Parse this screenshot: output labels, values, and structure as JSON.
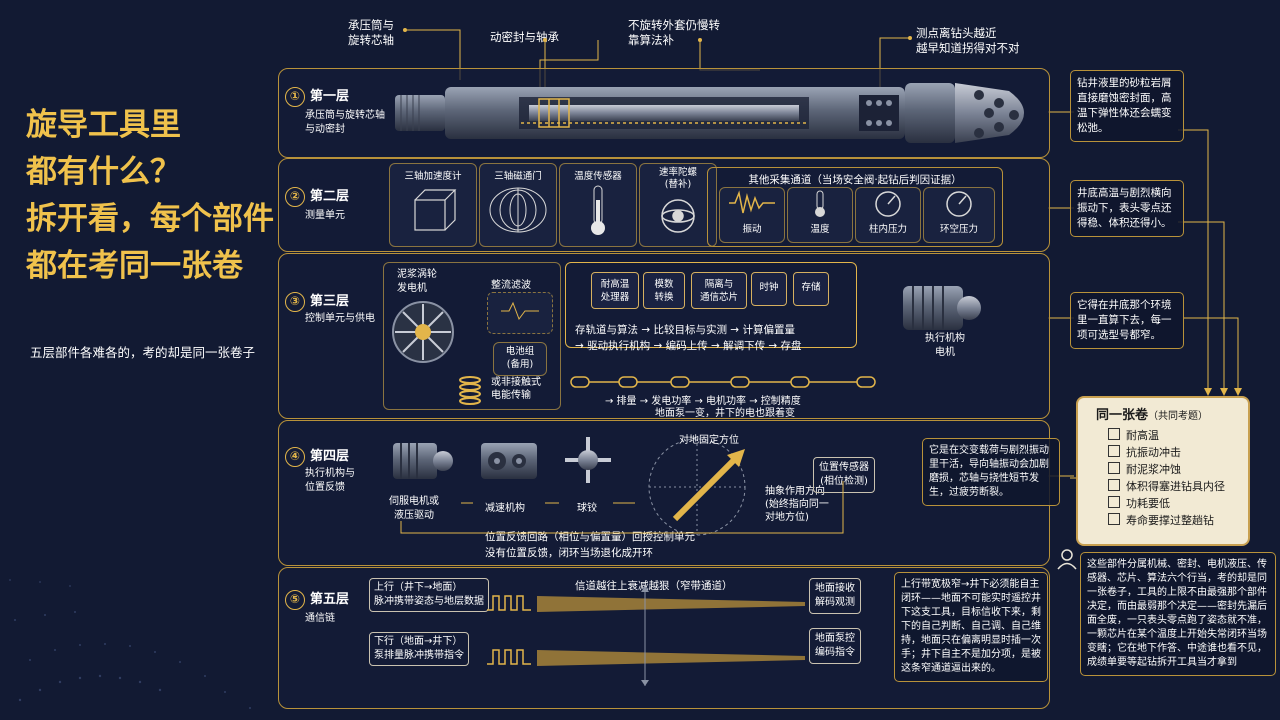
{
  "headline": [
    "旋导工具里",
    "都有什么？",
    "拆开看，每个部件",
    "都在考同一张卷"
  ],
  "subline": "五层部件各难各的，考的却是同一张卷子",
  "top_annotations": {
    "a1": "承压筒与\n旋转芯轴",
    "a2": "动密封与轴承",
    "a3": "不旋转外套仍慢转\n靠算法补",
    "a4": "测点离钻头越近\n越早知道拐得对不对"
  },
  "layers": [
    {
      "num": "①",
      "title": "第一层",
      "sub": "承压筒与旋转芯轴\n与动密封"
    },
    {
      "num": "②",
      "title": "第二层",
      "sub": "测量单元"
    },
    {
      "num": "③",
      "title": "第三层",
      "sub": "控制单元与供电"
    },
    {
      "num": "④",
      "title": "第四层",
      "sub": "执行机构与\n位置反馈"
    },
    {
      "num": "⑤",
      "title": "第五层",
      "sub": "通信链"
    }
  ],
  "layer2": {
    "sensors": [
      "三轴加速度计",
      "三轴磁通门",
      "温度传感器",
      "速率陀螺\n(替补)"
    ],
    "other_title": "其他采集通道（当场安全阀·起钻后判因证据）",
    "others": [
      "振动",
      "温度",
      "柱内压力",
      "环空压力"
    ]
  },
  "layer3": {
    "generator": "泥浆涡轮\n发电机",
    "filter": "整流滤波",
    "battery": "电池组\n(备用)",
    "wireless": "或非接触式\n电能传输",
    "chips": [
      "耐高温\n处理器",
      "模数\n转换",
      "隔离与\n通信芯片",
      "时钟",
      "存储"
    ],
    "flow1": "存轨道与算法 → 比较目标与实测 → 计算偏置量",
    "flow2": "→ 驱动执行机构 → 编码上传 → 解调下传 → 存盘",
    "actuator": "执行机构\n电机",
    "chain": "→ 排量 → 发电功率 → 电机功率 → 控制精度",
    "chain_note": "地面泵一变，井下的电也跟着变"
  },
  "layer4": {
    "motor": "伺服电机或\n液压驱动",
    "reducer": "减速机构",
    "joint": "球铰",
    "dial_label": "对地固定方位",
    "bias_dir": "抽象作用方向\n(始终指向同一\n对地方位)",
    "pos_sensor": "位置传感器\n(相位检测)",
    "loop1": "位置反馈回路（相位与偏置量）回授控制单元",
    "loop2": "没有位置反馈，闭环当场退化成开环"
  },
  "layer5": {
    "up": "上行（井下→地面）\n脉冲携带姿态与地层数据",
    "down": "下行（地面→井下）\n泵排量脉冲携带指令",
    "channel": "信道越往上衰减越狠（窄带通道）",
    "rx_up": "地面接收\n解码观测",
    "rx_down": "地面泵控\n编码指令"
  },
  "callouts": {
    "c1": "钻井液里的砂粒岩屑直接磨蚀密封面，高温下弹性体还会蠕变松弛。",
    "c2": "井底高温与剧烈横向振动下，表头零点还得稳、体积还得小。",
    "c3": "它得在井底那个环境里一直算下去，每一项可选型号都窄。",
    "c4": "它是在交变载荷与剧烈振动里干活，导向轴振动会加剧磨损，芯轴与挠性短节发生，过疲劳断裂。",
    "c5": "上行带宽极窄→井下必须能自主闭环——地面不可能实时遥控井下这支工具，目标信收下来，剩下的自己判断、自己调、自己维持，地面只在偏离明显时插一次手；井下自主不是加分项，是被这条窄通道逼出来的。",
    "c6": "这些部件分属机械、密封、电机液压、传感器、芯片、算法六个行当，考的却是同一张卷子，工具的上限不由最强那个部件决定，而由最弱那个决定——密封先漏后面全废，一只表头零点跑了姿态就不准，一颗芯片在某个温度上开始失常闭环当场变瞎；它在地下作答、中途谁也看不见，成绩单要等起钻拆开工具当才拿到"
  },
  "exam": {
    "title": "同一张卷",
    "subtitle": "（共同考题）",
    "items": [
      "耐高温",
      "抗振动冲击",
      "耐泥浆冲蚀",
      "体积得塞进钻具内径",
      "功耗要低",
      "寿命要撑过整趟钻"
    ]
  }
}
